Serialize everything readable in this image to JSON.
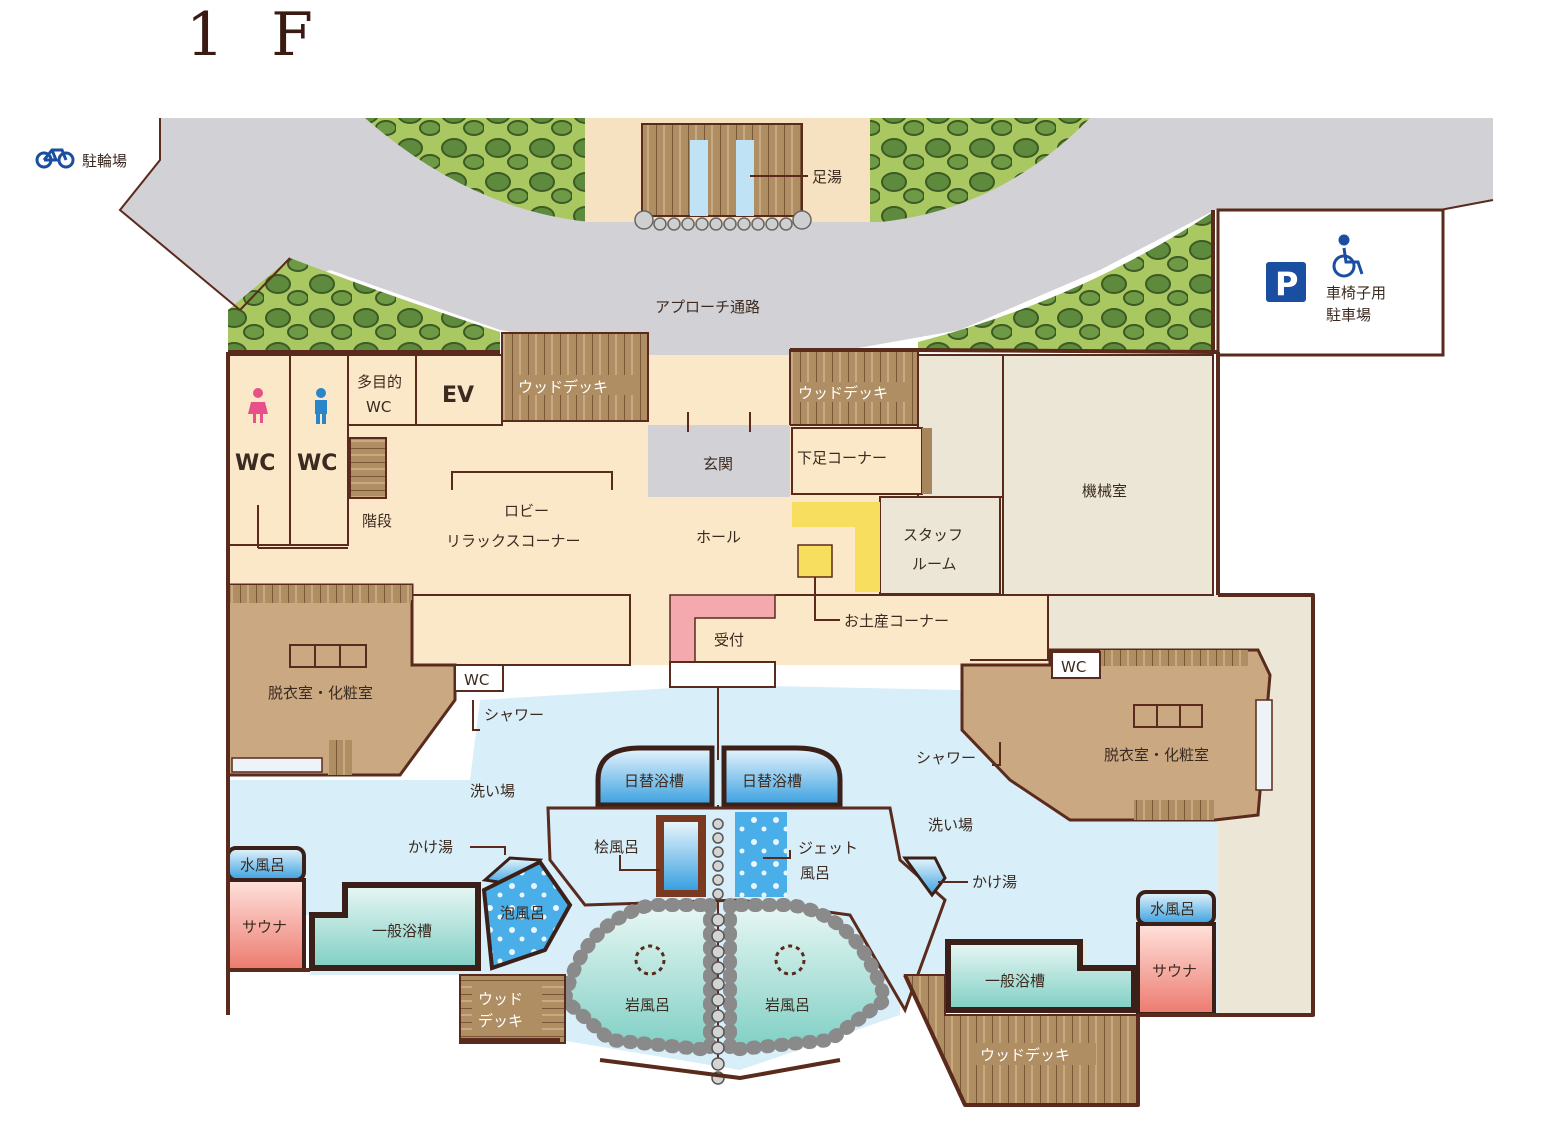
{
  "title": "1 F",
  "labels": {
    "bicycle_parking": "駐輪場",
    "footbath": "足湯",
    "approach": "アプローチ通路",
    "accessible_parking_line1": "車椅子用",
    "accessible_parking_line2": "駐車場",
    "wc_women": "WC",
    "wc_men": "WC",
    "multipurpose_wc_line1": "多目的",
    "multipurpose_wc_line2": "WC",
    "ev": "EV",
    "wood_deck_left": "ウッドデッキ",
    "wood_deck_right": "ウッドデッキ",
    "entrance": "玄関",
    "shoe_corner": "下足コーナー",
    "machine_room": "機械室",
    "stairs": "階段",
    "lobby_line1": "ロビー",
    "lobby_line2": "リラックスコーナー",
    "hall": "ホール",
    "staff_room_line1": "スタッフ",
    "staff_room_line2": "ルーム",
    "souvenir_corner": "お土産コーナー",
    "reception": "受付",
    "dressing_left": "脱衣室・化粧室",
    "dressing_right": "脱衣室・化粧室",
    "wc_left": "WC",
    "wc_right": "WC",
    "shower_left": "シャワー",
    "shower_right": "シャワー",
    "daily_bath_left": "日替浴槽",
    "daily_bath_right": "日替浴槽",
    "washing_area_left": "洗い場",
    "washing_area_right": "洗い場",
    "kakeyu_left": "かけ湯",
    "kakeyu_right": "かけ湯",
    "hinoki_bath": "桧風呂",
    "jet_bath_line1": "ジェット",
    "jet_bath_line2": "風呂",
    "cold_bath_left": "水風呂",
    "cold_bath_right": "水風呂",
    "sauna_left": "サウナ",
    "sauna_right": "サウナ",
    "main_bath_left": "一般浴槽",
    "main_bath_right": "一般浴槽",
    "bubble_bath": "泡風呂",
    "rock_bath_left": "岩風呂",
    "rock_bath_right": "岩風呂",
    "wood_deck_bottom_left_line1": "ウッド",
    "wood_deck_bottom_left_line2": "デッキ",
    "wood_deck_bottom_right": "ウッドデッキ"
  },
  "icons": {
    "bicycle": "bicycle-icon",
    "parking": "parking-sign-icon",
    "wheelchair": "wheelchair-icon",
    "women": "woman-icon",
    "men": "man-icon"
  },
  "colors": {
    "wall": "#5a2a1c",
    "road": "#d2d2d6",
    "lobby": "#fbe8c8",
    "bath_floor": "#d8eef9",
    "tub": "#9ed9d2",
    "water_blue": "#3aa6e6",
    "wood": "#a7865e",
    "dressing": "#c9a882",
    "utility": "#ece6d6",
    "sauna": "#f08b7f",
    "greenery": "#a7c85f",
    "staff_yellow": "#f7de5e",
    "reception_pink": "#f3a9ae",
    "women_icon": "#e8508a",
    "men_icon": "#2a86c8",
    "sign_blue": "#1a4ea0"
  }
}
